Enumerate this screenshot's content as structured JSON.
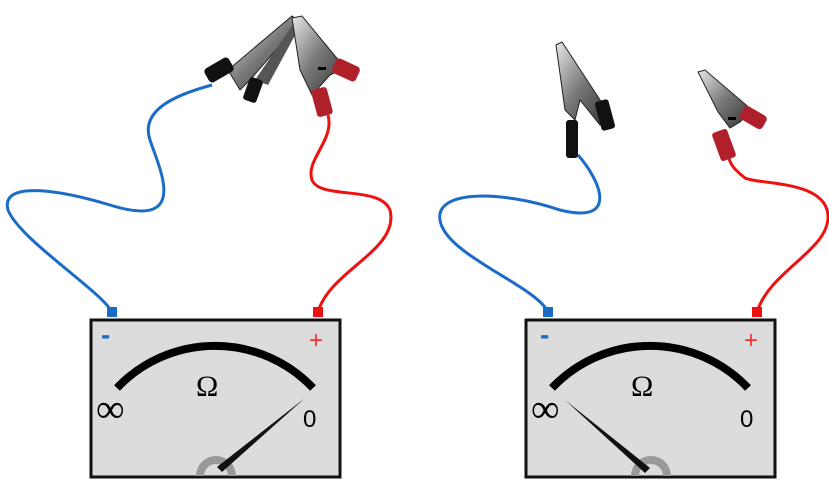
{
  "meters": [
    {
      "id": "left",
      "minus": "-",
      "plus": "+",
      "unit": "Ω",
      "infinity": "∞",
      "zero": "0",
      "reading": "zero"
    },
    {
      "id": "right",
      "minus": "-",
      "plus": "+",
      "unit": "Ω",
      "infinity": "∞",
      "zero": "0",
      "reading": "infinity"
    }
  ],
  "colors": {
    "negative": "#1a6cc6",
    "positive": "#ee1111",
    "face": "#dcdcdc",
    "hub": "#999999",
    "clip_red": "#b0202a"
  }
}
